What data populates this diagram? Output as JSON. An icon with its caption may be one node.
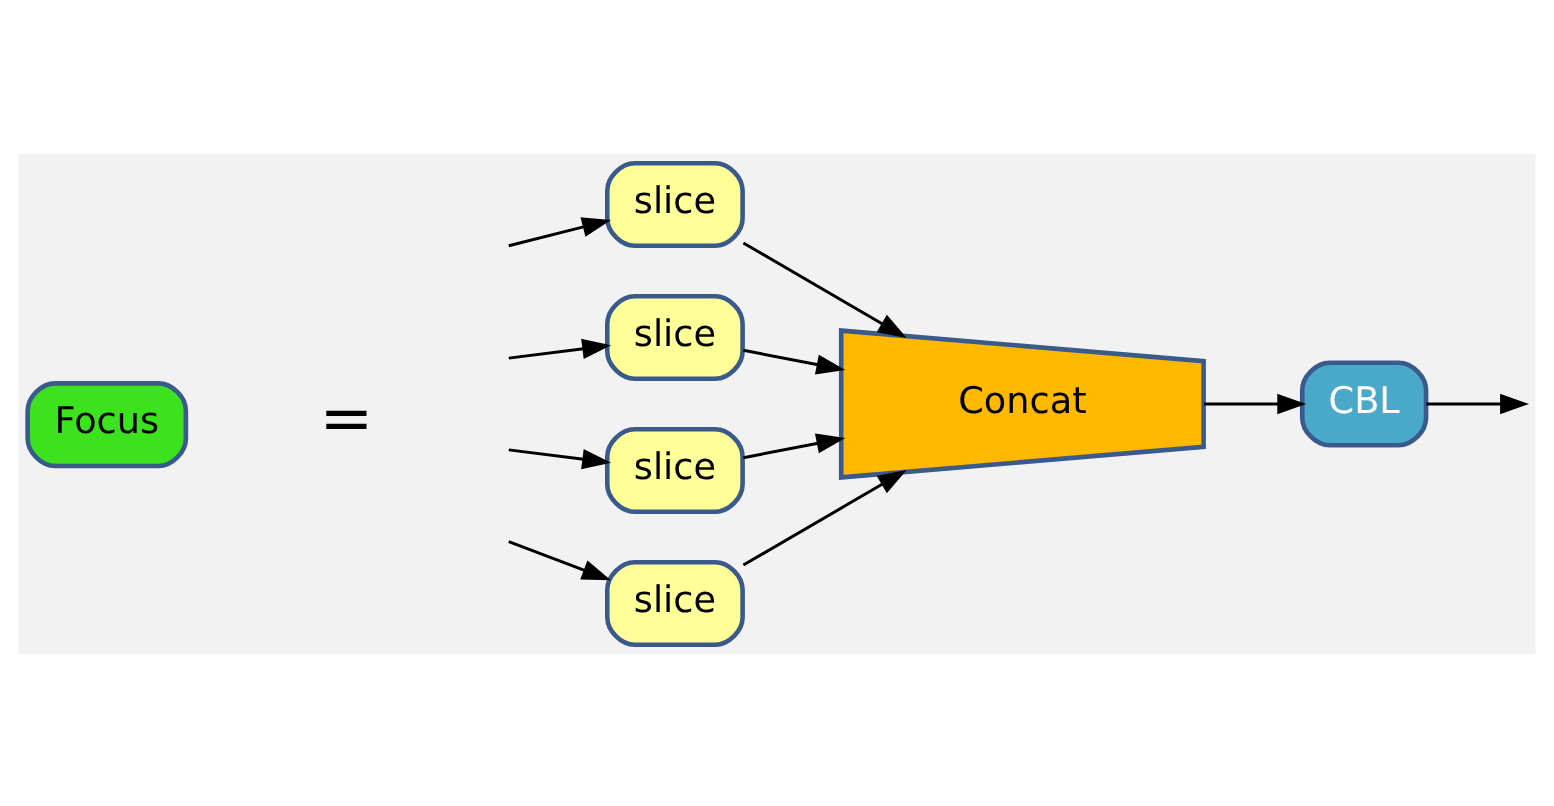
{
  "diagram": {
    "nodes": [
      {
        "text": [
          "Focus"
        ]
      },
      {
        "text": [
          "slice"
        ]
      },
      {
        "text": [
          "slice"
        ]
      },
      {
        "text": [
          "slice"
        ]
      },
      {
        "text": [
          "slice"
        ]
      },
      {
        "text": [
          "Concat"
        ]
      },
      {
        "text": [
          "CBL"
        ]
      }
    ],
    "edges": [
      {
        "from": null,
        "to": 1,
        "arrow": "to"
      },
      {
        "from": null,
        "to": 2,
        "arrow": "to"
      },
      {
        "from": null,
        "to": 3,
        "arrow": "to"
      },
      {
        "from": null,
        "to": 4,
        "arrow": "to"
      },
      {
        "from": 1,
        "to": 5,
        "arrow": "to"
      },
      {
        "from": 2,
        "to": 5,
        "arrow": "to"
      },
      {
        "from": 3,
        "to": 5,
        "arrow": "to"
      },
      {
        "from": 4,
        "to": 5,
        "arrow": "to"
      },
      {
        "from": 5,
        "to": 6,
        "arrow": "to"
      },
      {
        "from": 6,
        "to": null,
        "arrow": "to"
      }
    ],
    "labels": [
      "="
    ]
  }
}
